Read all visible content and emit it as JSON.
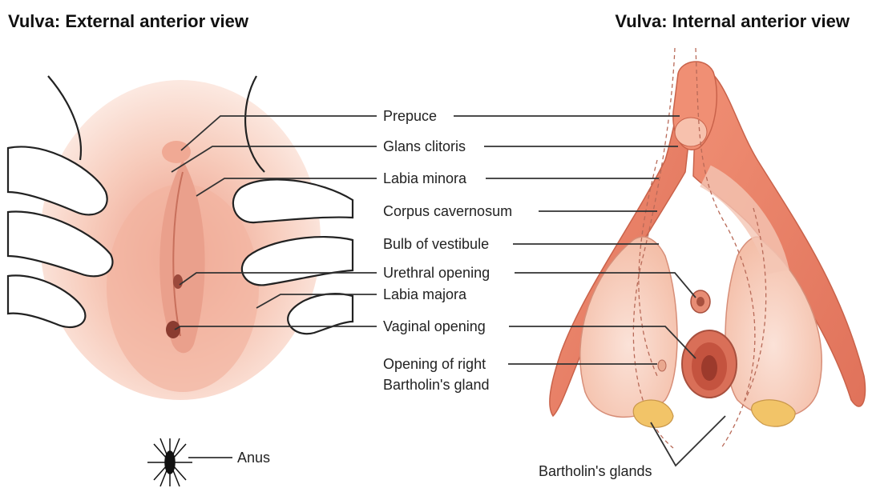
{
  "titles": {
    "external": "Vulva: External anterior view",
    "internal": "Vulva: Internal anterior view"
  },
  "labels": {
    "prepuce": "Prepuce",
    "glans_clitoris": "Glans clitoris",
    "labia_minora": "Labia minora",
    "corpus_cavernosum": "Corpus cavernosum",
    "bulb_of_vestibule": "Bulb of vestibule",
    "urethral_opening": "Urethral opening",
    "labia_majora": "Labia majora",
    "vaginal_opening": "Vaginal opening",
    "opening_right_bartholin_line1": "Opening of right",
    "opening_right_bartholin_line2": "Bartholin's gland",
    "anus": "Anus",
    "bartholins_glands": "Bartholin's glands"
  },
  "colors": {
    "skin": "#f6c9b8",
    "skin_dark": "#e89c85",
    "tissue": "#ee8a70",
    "tissue_light": "#f7cdbd",
    "gland": "#f2c468",
    "outline": "#333333"
  }
}
